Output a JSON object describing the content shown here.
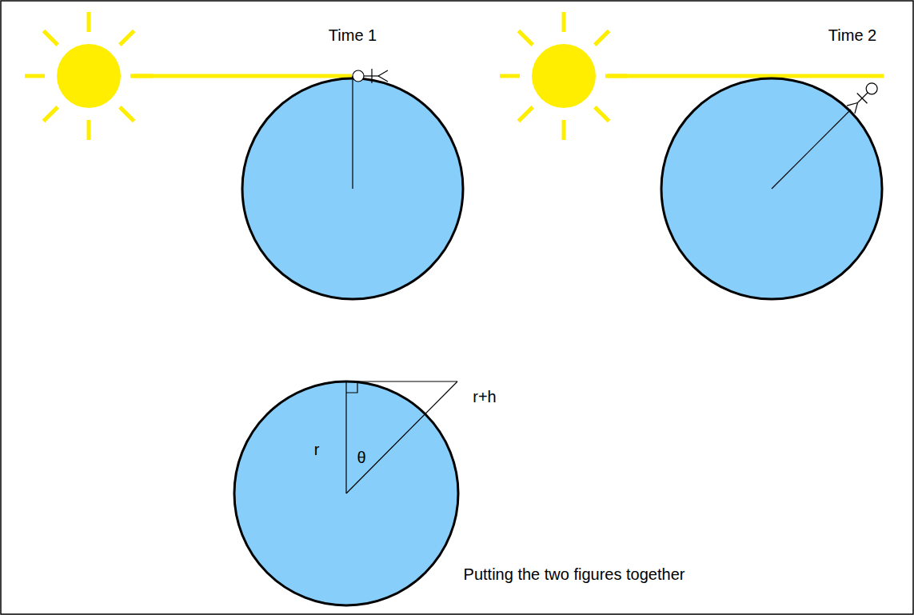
{
  "diagram": {
    "labels": [
      "Time 1",
      "Time 2",
      "r",
      "r+h",
      "θ",
      "Putting the two figures together"
    ]
  }
}
